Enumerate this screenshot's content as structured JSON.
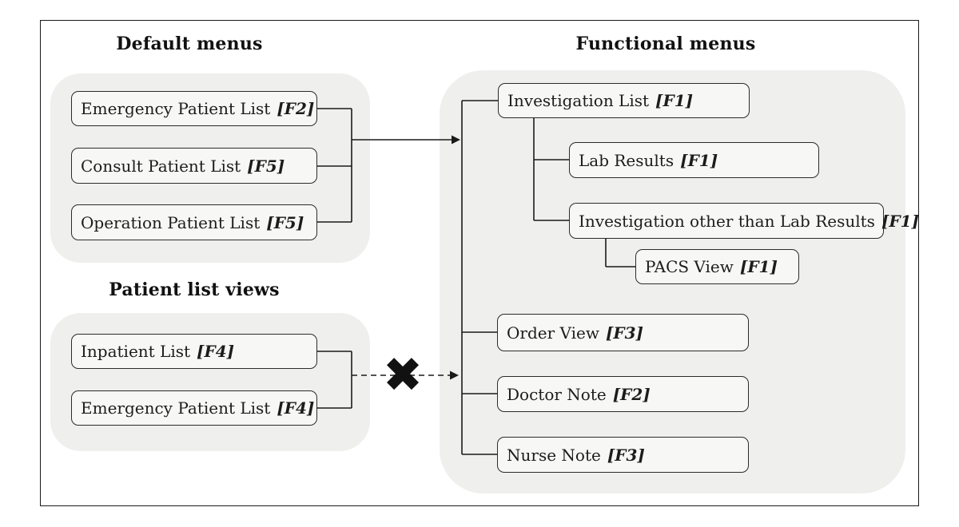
{
  "titles": {
    "default_menus": "Default menus",
    "functional_menus": "Functional menus",
    "patient_list_views": "Patient list views"
  },
  "groups": {
    "default_menus": {
      "items": [
        {
          "label": "Emergency Patient List",
          "fkey": "[F2]"
        },
        {
          "label": "Consult Patient List",
          "fkey": "[F5]"
        },
        {
          "label": "Operation Patient List",
          "fkey": "[F5]"
        }
      ]
    },
    "patient_list_views": {
      "items": [
        {
          "label": "Inpatient List",
          "fkey": "[F4]"
        },
        {
          "label": "Emergency Patient List",
          "fkey": "[F4]"
        }
      ]
    },
    "functional_menus": {
      "items": [
        {
          "label": "Investigation List",
          "fkey": "[F1]"
        },
        {
          "label": "Lab Results",
          "fkey": "[F1]"
        },
        {
          "label": "Investigation other than Lab Results",
          "fkey": "[F1]"
        },
        {
          "label": "PACS View",
          "fkey": "[F1]"
        },
        {
          "label": "Order View",
          "fkey": "[F3]"
        },
        {
          "label": "Doctor Note",
          "fkey": "[F2]"
        },
        {
          "label": "Nurse Note",
          "fkey": "[F3]"
        }
      ]
    }
  },
  "icons": {
    "blocked_cross": "✖"
  },
  "colors": {
    "group_bg": "#efefee",
    "box_bg": "#f7f7f6",
    "line": "#1a1a1a"
  }
}
